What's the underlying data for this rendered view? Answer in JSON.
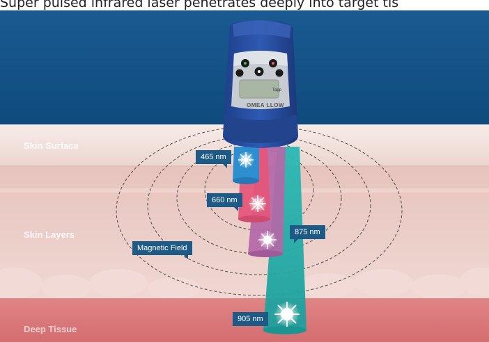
{
  "caption": "Super pulsed infrared laser penetrates deeply into target tis",
  "layers": {
    "surface": "Skin Surface",
    "middle": "Skin Layers",
    "deep": "Deep Tissue"
  },
  "wavelengths": {
    "w465": "465 nm",
    "w660": "660 nm",
    "w875": "875 nm",
    "w905": "905 nm"
  },
  "field_label": "Magnetic Field",
  "device": {
    "brand": "OMEA LLOW",
    "sublabel": "Tapp"
  },
  "colors": {
    "sky": "#12548a",
    "surface": "#f1ded9",
    "layers": "#e9c8c3",
    "deep": "#d97a7c",
    "beam_blue": "#2e8fd1",
    "beam_pink": "#e8587a",
    "beam_purple": "#b86aa8",
    "beam_teal": "#23b0ad",
    "callout": "#1d5b86"
  }
}
